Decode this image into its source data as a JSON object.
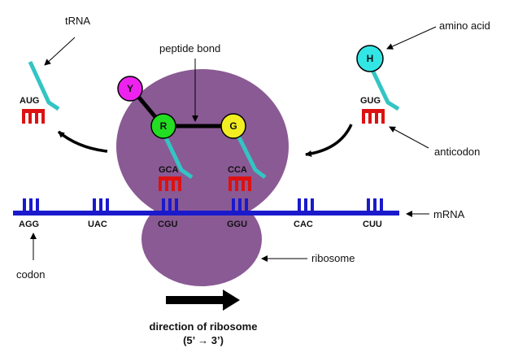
{
  "labels": {
    "trna": "tRNA",
    "peptide_bond": "peptide bond",
    "amino_acid": "amino acid",
    "anticodon": "anticodon",
    "mrna": "mRNA",
    "ribosome": "ribosome",
    "codon": "codon",
    "direction_line1": "direction of ribosome",
    "direction_line2": "(5’ → 3’)"
  },
  "codons": [
    "AGG",
    "UAC",
    "CGU",
    "GGU",
    "CAC",
    "CUU"
  ],
  "anticodons": {
    "left_exiting": "AUG",
    "site_1": "GCA",
    "site_2": "CCA",
    "right_incoming": "GUG"
  },
  "amino_acids": {
    "chain_end": "Y",
    "site_1": "R",
    "site_2": "G",
    "incoming": "H"
  },
  "colors": {
    "ribosome": "#8a5a94",
    "mrna": "#1a1acc",
    "anticodon": "#dd1111",
    "trna_arm": "#33c4c4",
    "aa_Y": "#ee22ee",
    "aa_R": "#22dd22",
    "aa_G": "#f2ee22",
    "aa_H": "#33e6e6"
  }
}
